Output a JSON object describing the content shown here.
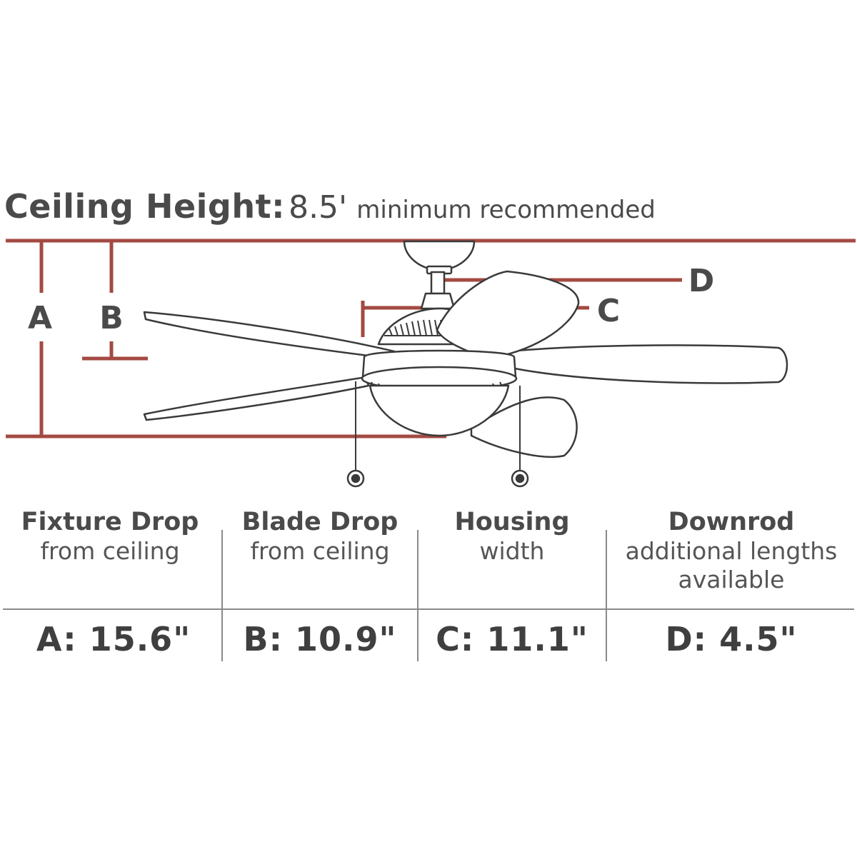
{
  "title": {
    "label": "Ceiling Height:",
    "value": "8.5'",
    "note": "minimum recommended"
  },
  "dimension_letters": {
    "a": "A",
    "b": "B",
    "c": "C",
    "d": "D"
  },
  "columns": [
    {
      "title": "Fixture Drop",
      "subtitle": "from ceiling",
      "subtitle2": "",
      "value": "A: 15.6\""
    },
    {
      "title": "Blade Drop",
      "subtitle": "from ceiling",
      "subtitle2": "",
      "value": "B: 10.9\""
    },
    {
      "title": "Housing",
      "subtitle": "width",
      "subtitle2": "",
      "value": "C: 11.1\""
    },
    {
      "title": "Downrod",
      "subtitle": "additional lengths",
      "subtitle2": "available",
      "value": "D: 4.5\""
    }
  ],
  "colors": {
    "dimension_line": "#a34a42",
    "text": "#4a4a4a",
    "drawing": "#3a3a3a",
    "divider": "#8a8a8a"
  },
  "icons": [
    "ceiling-fan-icon"
  ]
}
